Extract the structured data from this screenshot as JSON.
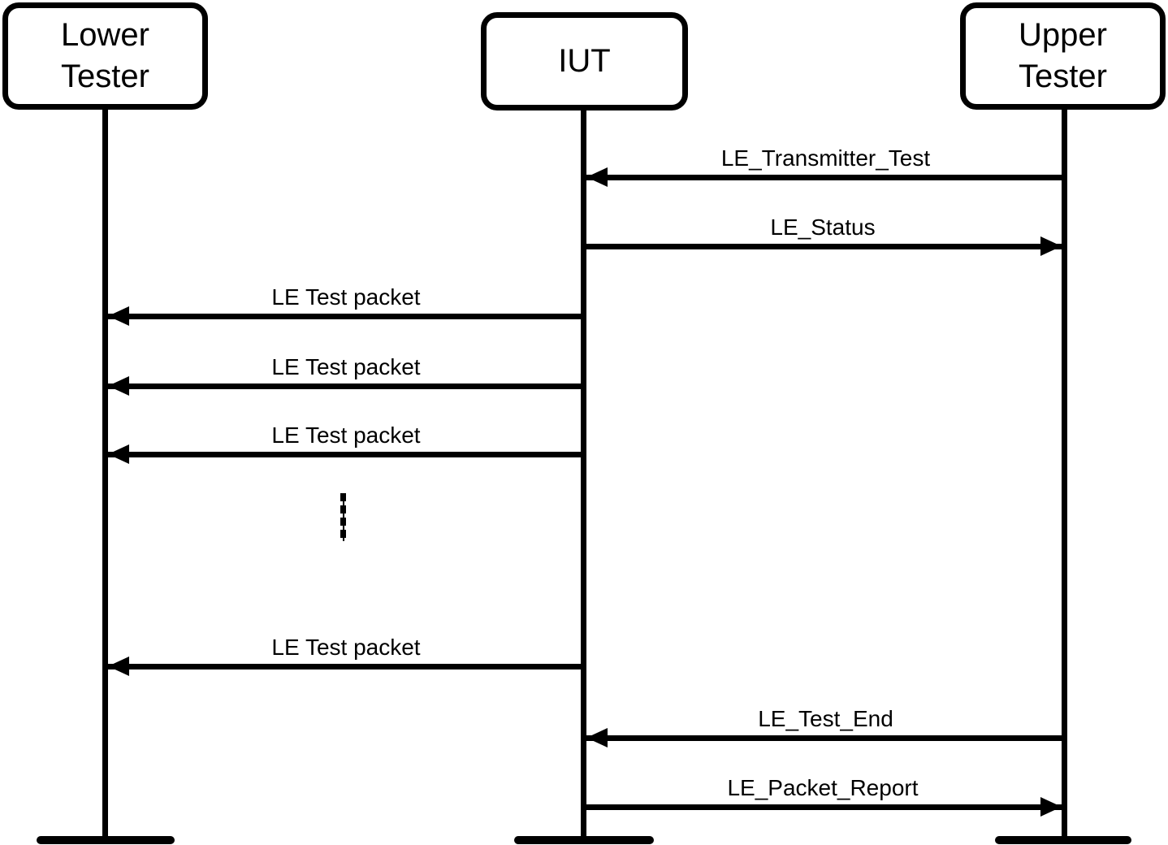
{
  "diagram": {
    "background_color": "#ffffff",
    "line_color": "#000000",
    "actors": [
      {
        "id": "lower-tester",
        "name": "Lower\nTester"
      },
      {
        "id": "iut",
        "name": "IUT"
      },
      {
        "id": "upper-tester",
        "name": "Upper\nTester"
      }
    ],
    "messages": [
      {
        "label": "LE_Transmitter_Test",
        "from": "upper-tester",
        "to": "iut",
        "direction": "left"
      },
      {
        "label": "LE_Status",
        "from": "iut",
        "to": "upper-tester",
        "direction": "right"
      },
      {
        "label": "LE Test packet",
        "from": "iut",
        "to": "lower-tester",
        "direction": "left"
      },
      {
        "label": "LE Test packet",
        "from": "iut",
        "to": "lower-tester",
        "direction": "left"
      },
      {
        "label": "LE Test packet",
        "from": "iut",
        "to": "lower-tester",
        "direction": "left"
      },
      {
        "label": "LE Test packet",
        "from": "iut",
        "to": "lower-tester",
        "direction": "left"
      },
      {
        "label": "LE_Test_End",
        "from": "upper-tester",
        "to": "iut",
        "direction": "left"
      },
      {
        "label": "LE_Packet_Report",
        "from": "iut",
        "to": "upper-tester",
        "direction": "right"
      }
    ]
  }
}
